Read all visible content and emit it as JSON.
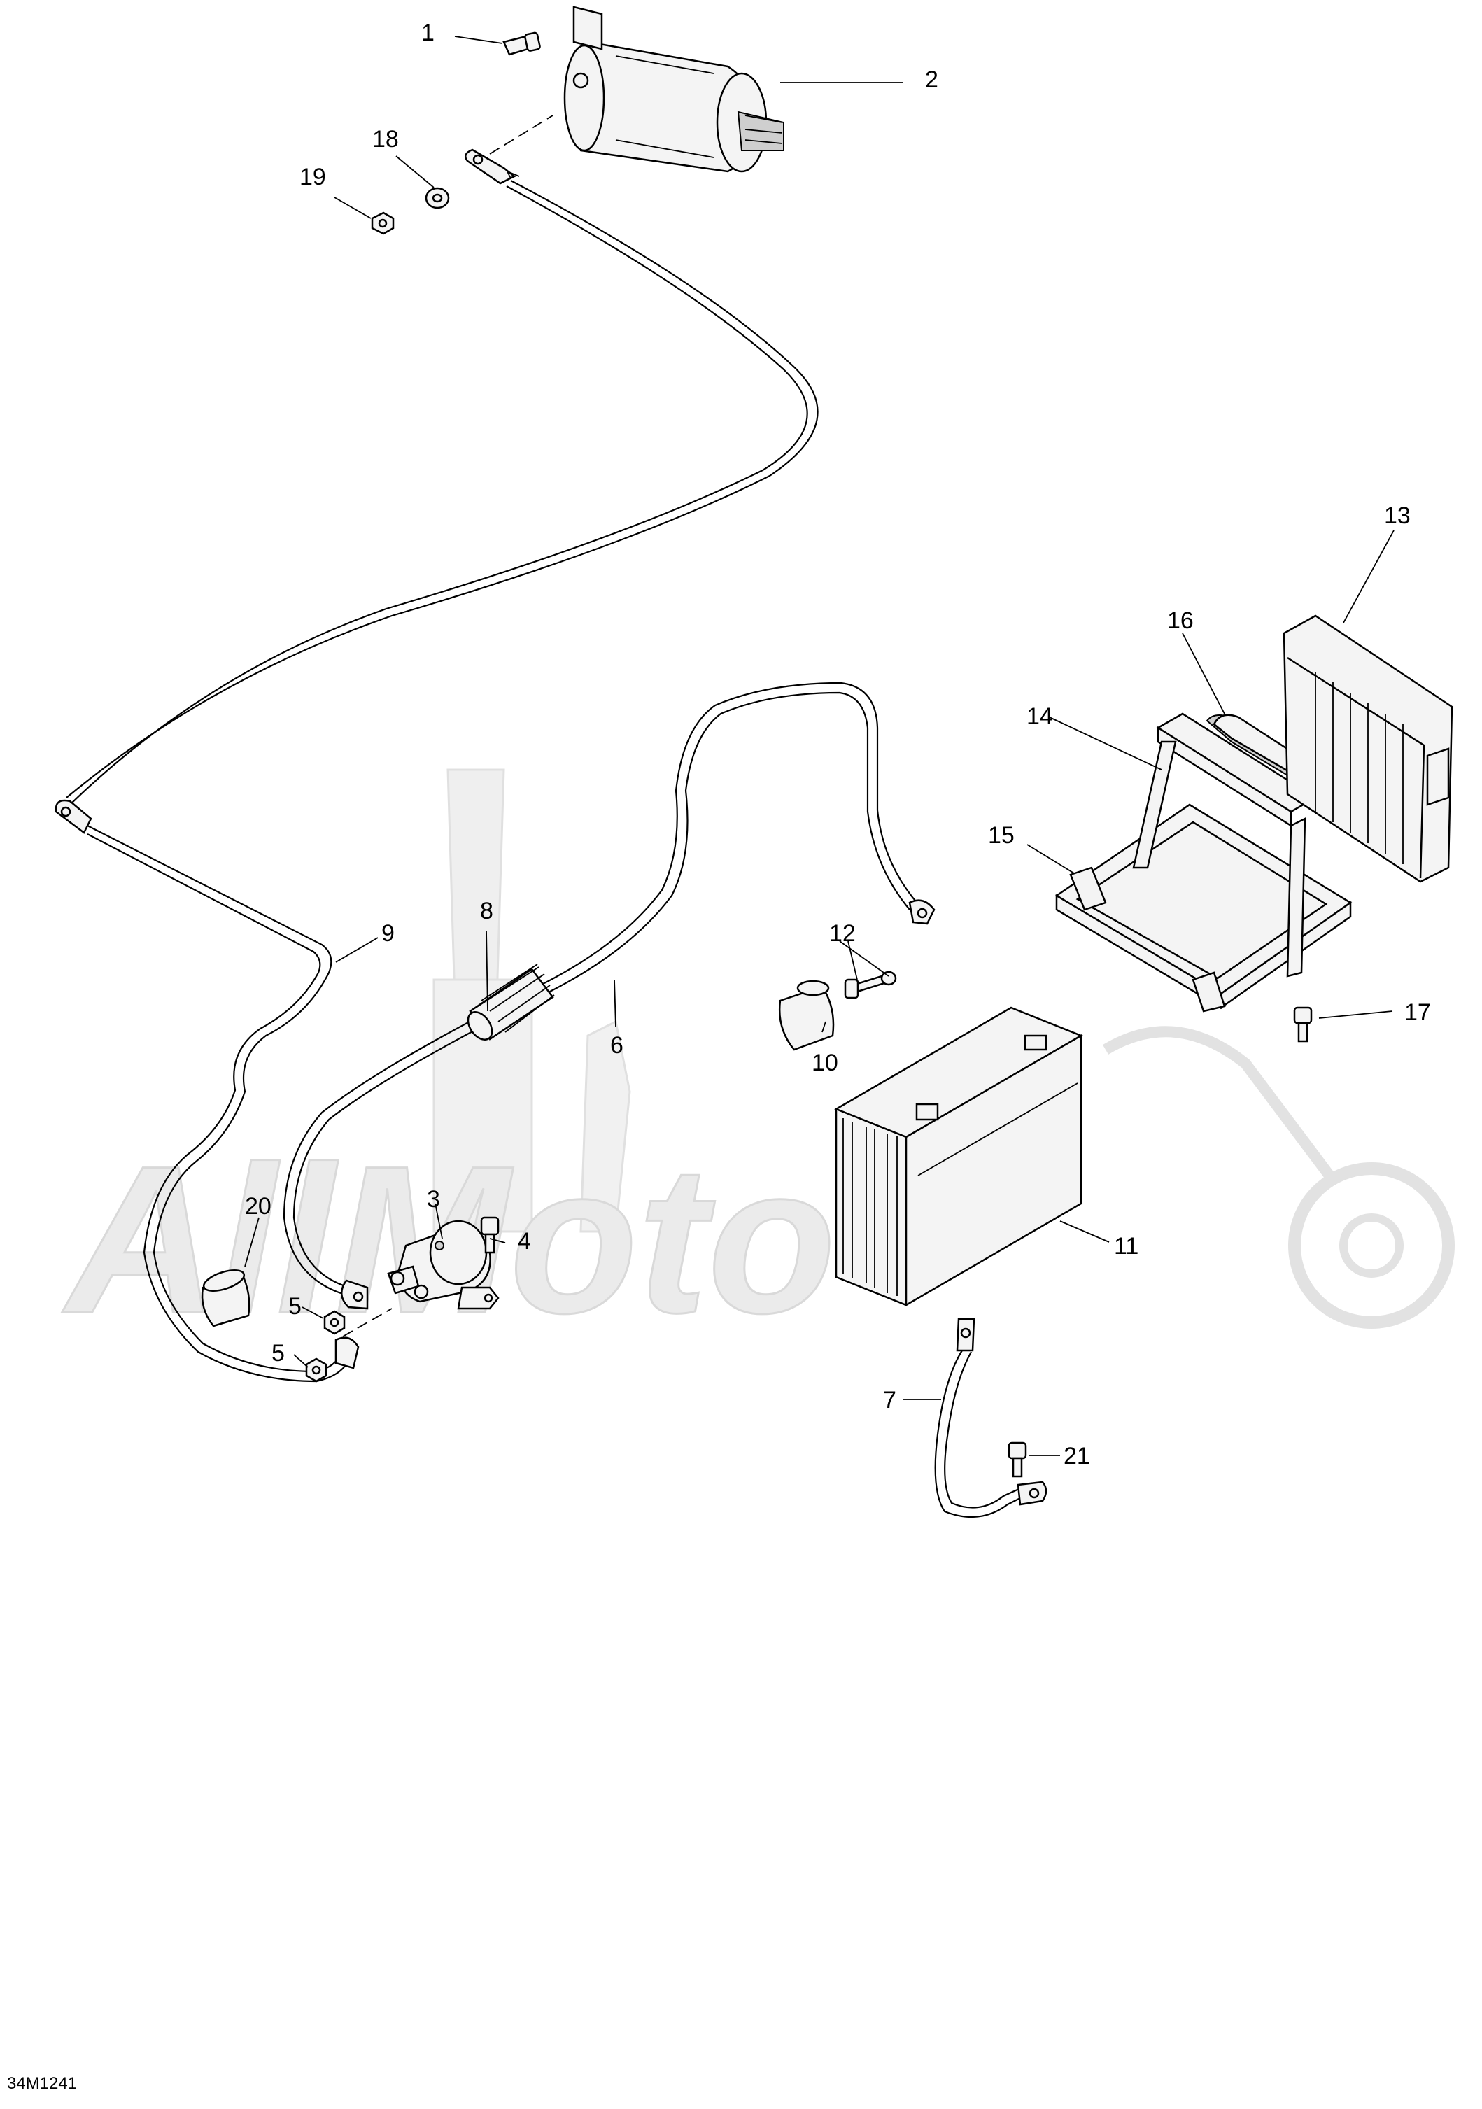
{
  "diagram": {
    "drawing_code": "34M1241",
    "watermark": "AllMoto",
    "callouts": [
      {
        "id": "c1",
        "text": "1"
      },
      {
        "id": "c2",
        "text": "2"
      },
      {
        "id": "c3",
        "text": "3"
      },
      {
        "id": "c4",
        "text": "4"
      },
      {
        "id": "c5a",
        "text": "5"
      },
      {
        "id": "c5b",
        "text": "5"
      },
      {
        "id": "c6",
        "text": "6"
      },
      {
        "id": "c7",
        "text": "7"
      },
      {
        "id": "c8",
        "text": "8"
      },
      {
        "id": "c9",
        "text": "9"
      },
      {
        "id": "c10",
        "text": "10"
      },
      {
        "id": "c11",
        "text": "11"
      },
      {
        "id": "c12",
        "text": "12"
      },
      {
        "id": "c13",
        "text": "13"
      },
      {
        "id": "c14",
        "text": "14"
      },
      {
        "id": "c15",
        "text": "15"
      },
      {
        "id": "c16",
        "text": "16"
      },
      {
        "id": "c17",
        "text": "17"
      },
      {
        "id": "c18",
        "text": "18"
      },
      {
        "id": "c19",
        "text": "19"
      },
      {
        "id": "c20",
        "text": "20"
      },
      {
        "id": "c21",
        "text": "21"
      }
    ]
  }
}
